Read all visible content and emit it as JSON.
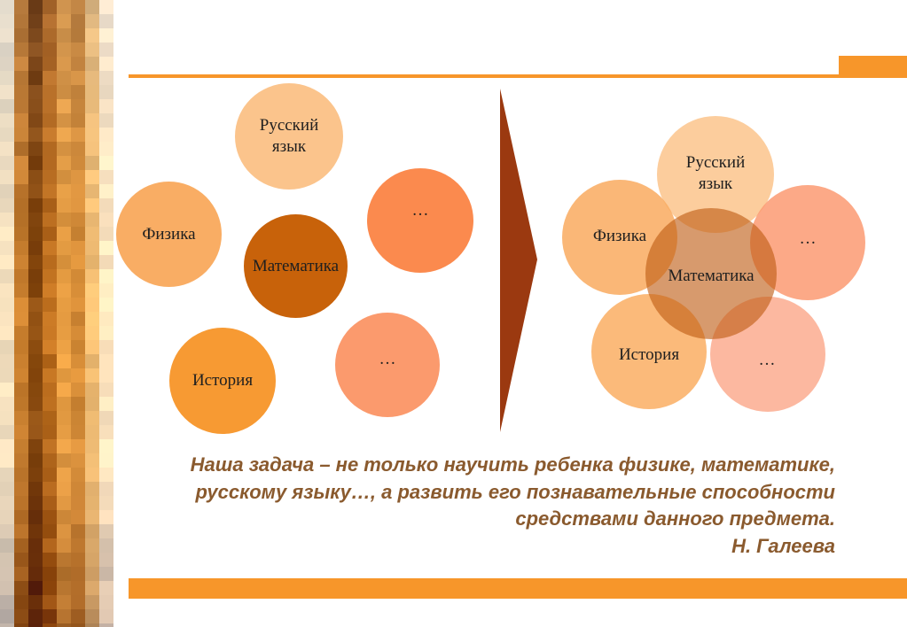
{
  "colors": {
    "accent_orange": "#f7962a",
    "arrow_brown": "#9b3910",
    "quote_text": "#8a5a2e"
  },
  "diagram": {
    "before": [
      {
        "id": "russian",
        "label": "Русский язык",
        "color": "#fbc48c"
      },
      {
        "id": "physics",
        "label": "Физика",
        "color": "#f9ad64"
      },
      {
        "id": "math",
        "label": "Математика",
        "color": "#c8620a"
      },
      {
        "id": "dots1",
        "label": "…",
        "color": "#fb8a4e"
      },
      {
        "id": "history",
        "label": "История",
        "color": "#f79a33"
      },
      {
        "id": "dots2",
        "label": "…",
        "color": "#fb9a6d"
      }
    ],
    "after": [
      {
        "id": "russian",
        "label": "Русский язык",
        "color": "#fbc48c"
      },
      {
        "id": "dots1",
        "label": "…",
        "color": "#fb9a72"
      },
      {
        "id": "physics",
        "label": "Физика",
        "color": "#f9ad64"
      },
      {
        "id": "history",
        "label": "История",
        "color": "#fbb068"
      },
      {
        "id": "dots2",
        "label": "…",
        "color": "#fcae93"
      },
      {
        "id": "math",
        "label": "Математика",
        "color": "#c8620a"
      }
    ]
  },
  "quote": {
    "line1": "Наша задача – не только научить ребенка физике, математике,",
    "line2": "русскому языку…, а развить его познавательные способности",
    "line3": "средствами данного предмета.",
    "author": "Н. Галеева"
  }
}
